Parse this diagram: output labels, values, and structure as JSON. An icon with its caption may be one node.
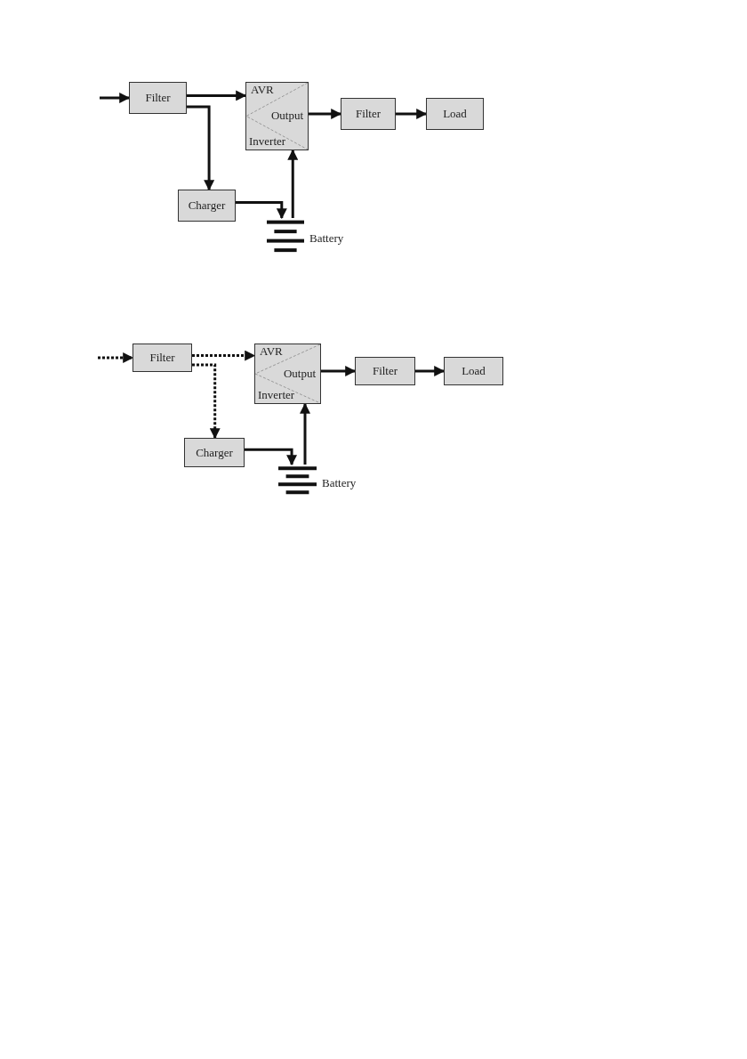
{
  "diagram": {
    "nodes": [
      {
        "text": [
          "Filter"
        ]
      },
      {
        "text": [
          "AVR",
          "Output",
          "Inverter"
        ]
      },
      {
        "text": [
          "Filter"
        ]
      },
      {
        "text": [
          "Load"
        ]
      },
      {
        "text": [
          "Charger"
        ]
      },
      {
        "text": [],
        "shape": "battery",
        "beside": [
          "Battery"
        ]
      },
      {
        "text": [
          "Filter"
        ]
      },
      {
        "text": [
          "AVR",
          "Output",
          "Inverter"
        ]
      },
      {
        "text": [
          "Filter"
        ]
      },
      {
        "text": [
          "Load"
        ]
      },
      {
        "text": [
          "Charger"
        ]
      },
      {
        "text": [],
        "shape": "battery",
        "beside": [
          "Battery"
        ]
      }
    ],
    "edges": [
      {
        "from": null,
        "to": 0,
        "arrow": "to"
      },
      {
        "from": 0,
        "to": 1,
        "arrow": "to"
      },
      {
        "from": 0,
        "to": 4,
        "arrow": "to"
      },
      {
        "from": 1,
        "to": 2,
        "arrow": "to"
      },
      {
        "from": 2,
        "to": 3,
        "arrow": "to"
      },
      {
        "from": 4,
        "to": 5,
        "arrow": "to"
      },
      {
        "from": 5,
        "to": 1,
        "arrow": "to"
      },
      {
        "from": null,
        "to": 6,
        "arrow": "to",
        "style": "dashed"
      },
      {
        "from": 6,
        "to": 7,
        "arrow": "to",
        "style": "dashed"
      },
      {
        "from": 6,
        "to": 10,
        "arrow": "to",
        "style": "dashed"
      },
      {
        "from": 7,
        "to": 8,
        "arrow": "to"
      },
      {
        "from": 8,
        "to": 9,
        "arrow": "to"
      },
      {
        "from": 10,
        "to": 11,
        "arrow": "to"
      },
      {
        "from": 11,
        "to": 7,
        "arrow": "to"
      }
    ]
  }
}
